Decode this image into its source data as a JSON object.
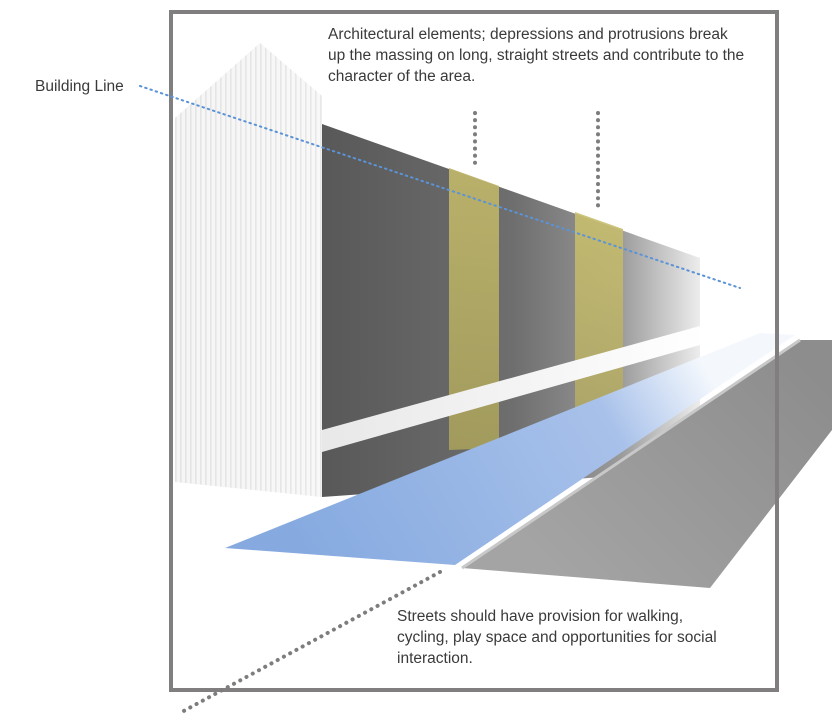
{
  "labels": {
    "building_line": "Building Line",
    "architectural_elements": "Architectural elements; depressions and protrusions break up the massing on long, straight streets and contribute to the character of the area.",
    "streets": "Streets should have provision for walking, cycling, play space and opportunities for social interaction."
  },
  "colors": {
    "frame": "#807e7e",
    "facade_dark": "#5e5e5e",
    "accent_strip": "#c2b96a",
    "footway": "#8aaee0",
    "carriageway": "#9a9a9a",
    "building_line": "#5b93d6",
    "leader_dots": "#7d7d7d"
  }
}
